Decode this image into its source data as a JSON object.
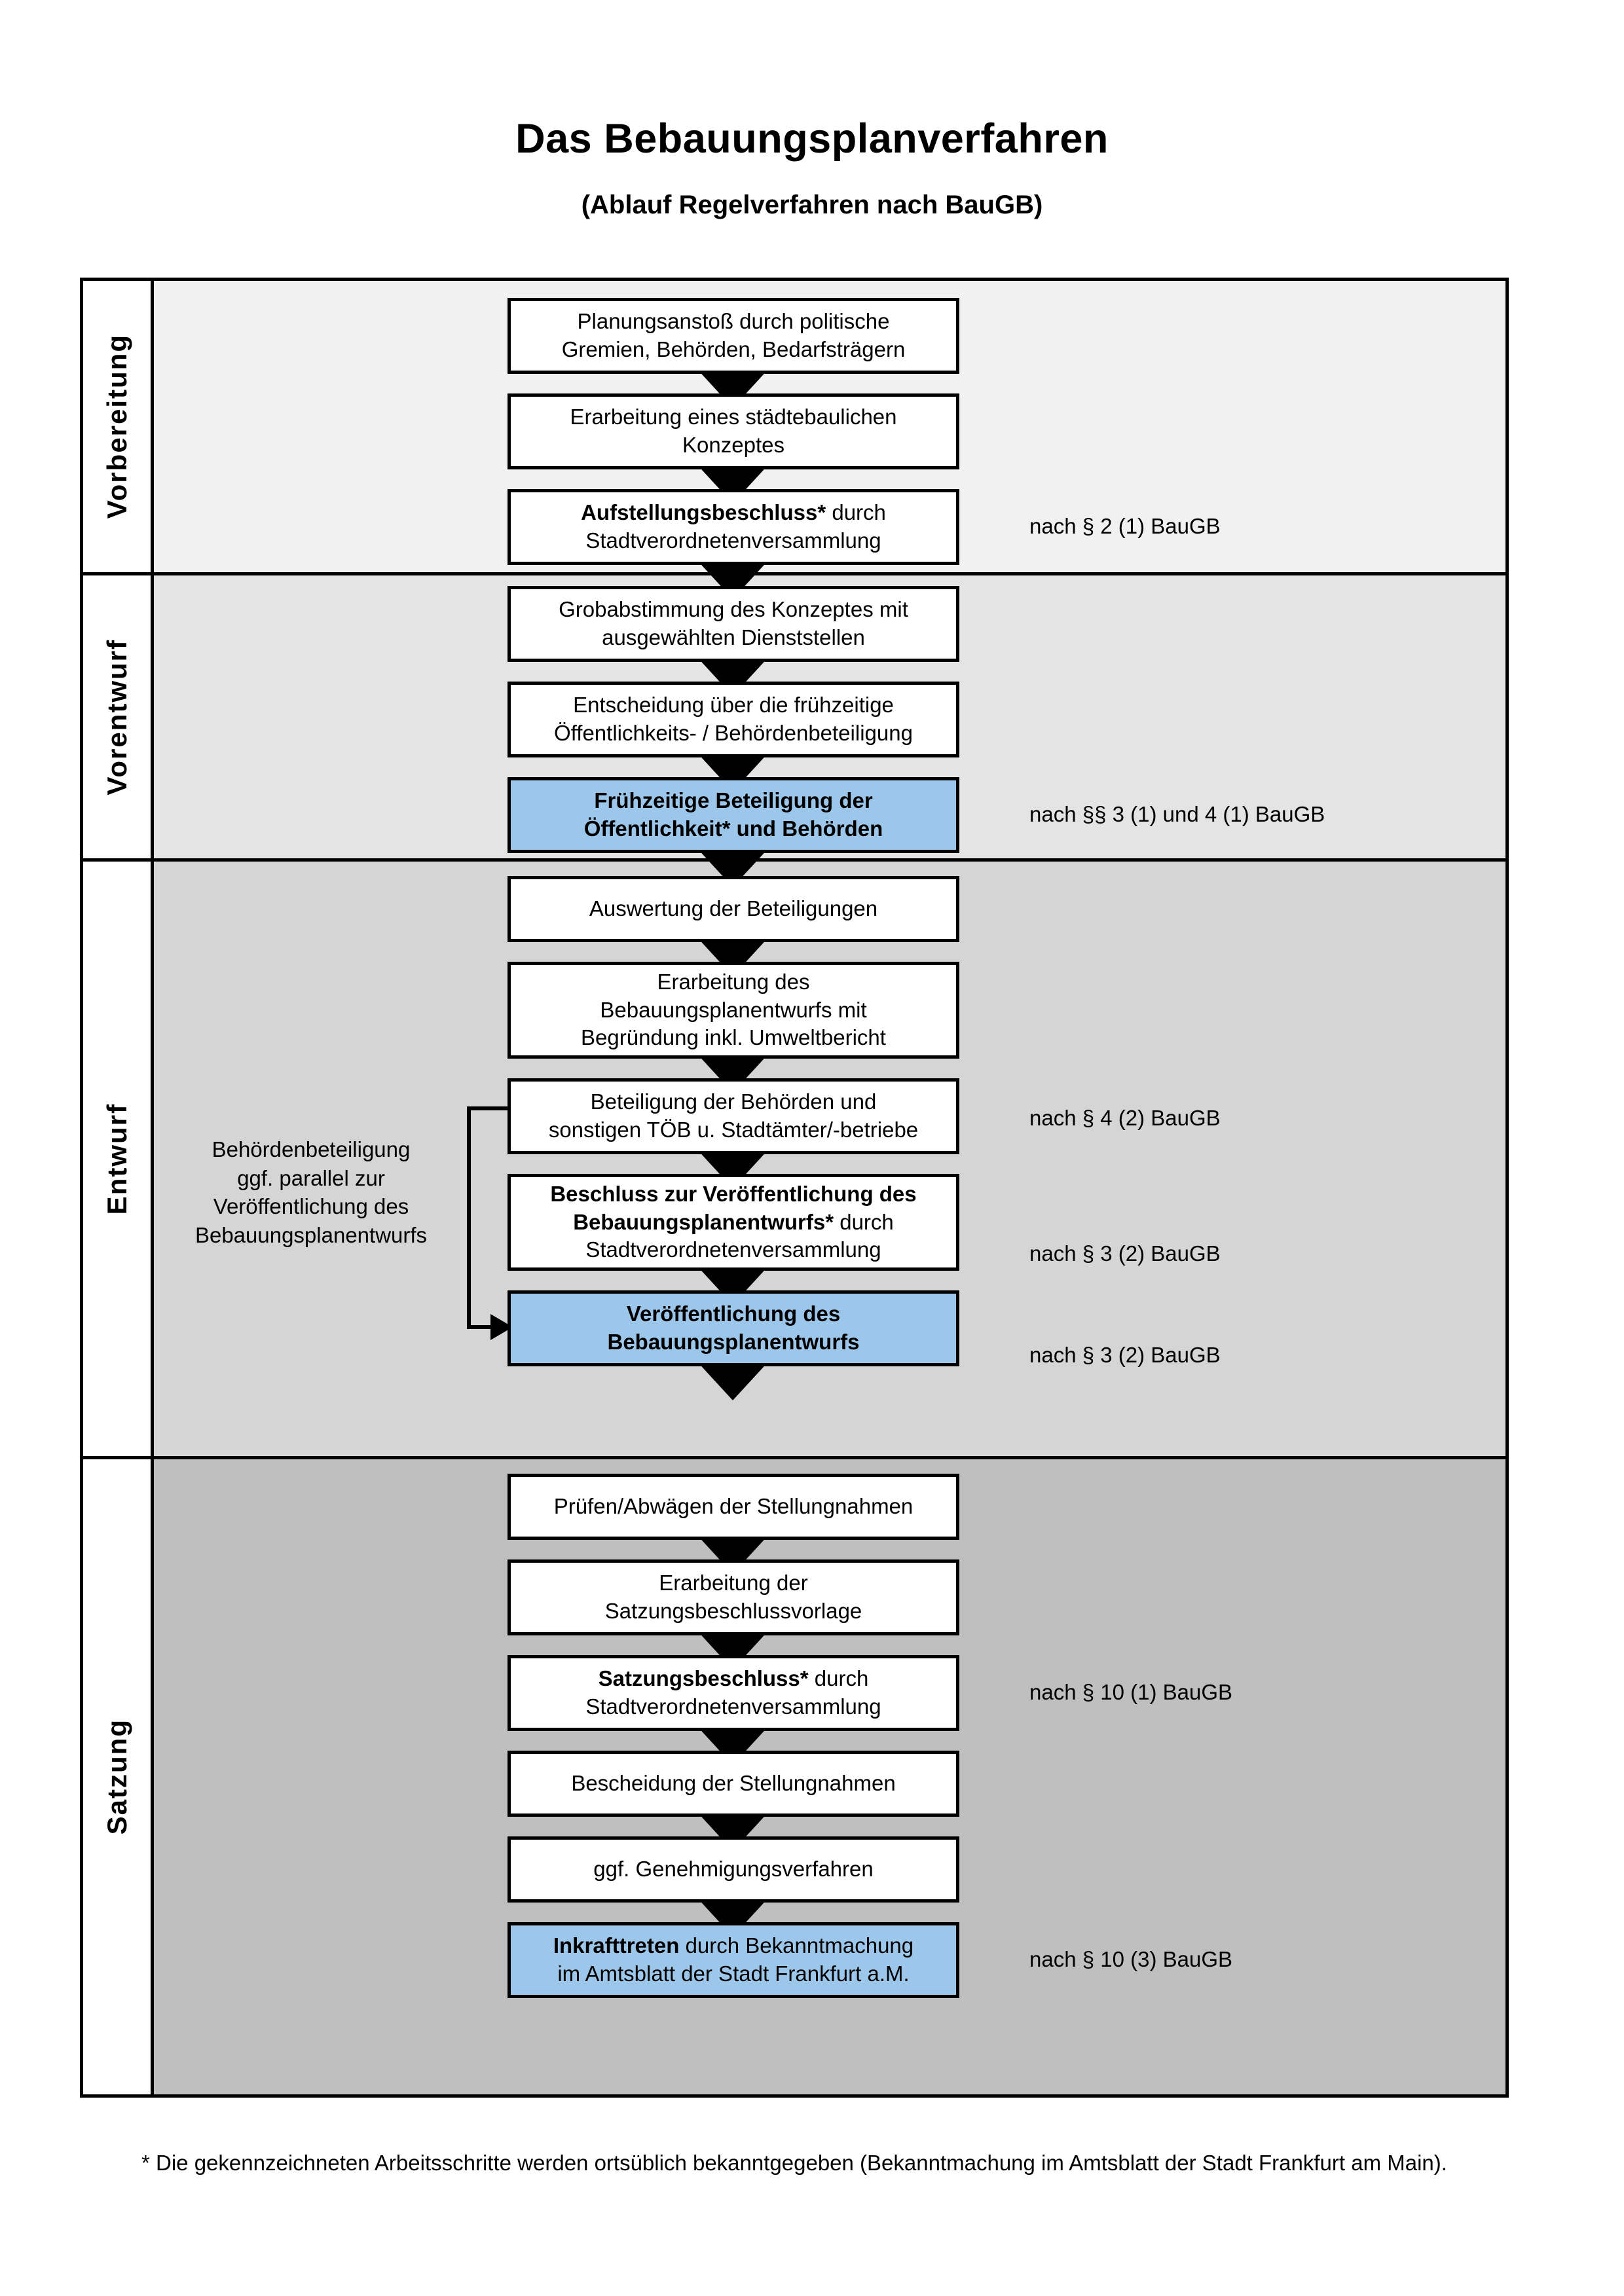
{
  "header": {
    "title": "Das Bebauungsplanverfahren",
    "subtitle": "(Ablauf Regelverfahren nach BauGB)"
  },
  "phases": [
    {
      "label": "Vorbereitung"
    },
    {
      "label": "Vorentwurf"
    },
    {
      "label": "Entwurf"
    },
    {
      "label": "Satzung"
    }
  ],
  "steps": {
    "s1_line1": "Planungsanstoß durch politische",
    "s1_line2": "Gremien, Behörden, Bedarfsträgern",
    "s2_line1": "Erarbeitung eines städtebaulichen",
    "s2_line2": "Konzeptes",
    "s3_bold": "Aufstellungsbeschluss*",
    "s3_rest": " durch",
    "s3_line2": "Stadtverordnetenversammlung",
    "s4_line1": "Grobabstimmung des Konzeptes mit",
    "s4_line2": "ausgewählten Dienststellen",
    "s5_line1": "Entscheidung über die frühzeitige",
    "s5_line2": "Öffentlichkeits- / Behördenbeteiligung",
    "s6_line1": "Frühzeitige Beteiligung der",
    "s6_line2": "Öffentlichkeit* und Behörden",
    "s7_line1": "Auswertung der Beteiligungen",
    "s8_line1": "Erarbeitung des",
    "s8_line2": "Bebauungsplanentwurfs mit",
    "s8_line3": "Begründung inkl. Umweltbericht",
    "s9_line1": "Beteiligung der Behörden und",
    "s9_line2": "sonstigen TÖB u. Stadtämter/-betriebe",
    "s10_bold1": "Beschluss zur Veröffentlichung des",
    "s10_bold2": "Bebauungsplanentwurfs*",
    "s10_rest": " durch",
    "s10_line3": "Stadtverordnetenversammlung",
    "s11_line1": "Veröffentlichung des",
    "s11_line2": "Bebauungsplanentwurfs",
    "s12_line1": "Prüfen/Abwägen der Stellungnahmen",
    "s13_line1": "Erarbeitung der",
    "s13_line2": "Satzungsbeschlussvorlage",
    "s14_bold": "Satzungsbeschluss*",
    "s14_rest": " durch",
    "s14_line2": "Stadtverordnetenversammlung",
    "s15_line1": "Bescheidung der Stellungnahmen",
    "s16_line1": "ggf. Genehmigungsverfahren",
    "s17_bold": "Inkrafttreten",
    "s17_rest": " durch Bekanntmachung",
    "s17_line2": "im Amtsblatt der Stadt Frankfurt a.M."
  },
  "legal_refs": {
    "ref_par2_1": "nach § 2 (1) BauGB",
    "ref_par3_1_4_1": "nach §§ 3 (1) und 4 (1) BauGB",
    "ref_par4_2": "nach § 4 (2) BauGB",
    "ref_par3_2_a": "nach § 3 (2) BauGB",
    "ref_par3_2_b": "nach § 3 (2) BauGB",
    "ref_par10_1": "nach § 10 (1) BauGB",
    "ref_par10_3": "nach § 10 (3) BauGB"
  },
  "side_note": {
    "line1": "Behördenbeteiligung",
    "line2": "ggf. parallel zur",
    "line3": "Veröffentlichung des",
    "line4": "Bebauungsplanentwurfs"
  },
  "footnote": {
    "text": "* Die gekennzeichneten Arbeitsschritte werden ortsüblich bekanntgegeben (Bekanntmachung im Amtsblatt  der Stadt Frankfurt am Main)."
  },
  "colors": {
    "highlight_blue": "#9DC7EA",
    "band_1": "#F1F1F1",
    "band_2": "#E4E4E4",
    "band_3": "#D5D5D5",
    "band_4": "#BFBFBF",
    "line": "#000000"
  }
}
